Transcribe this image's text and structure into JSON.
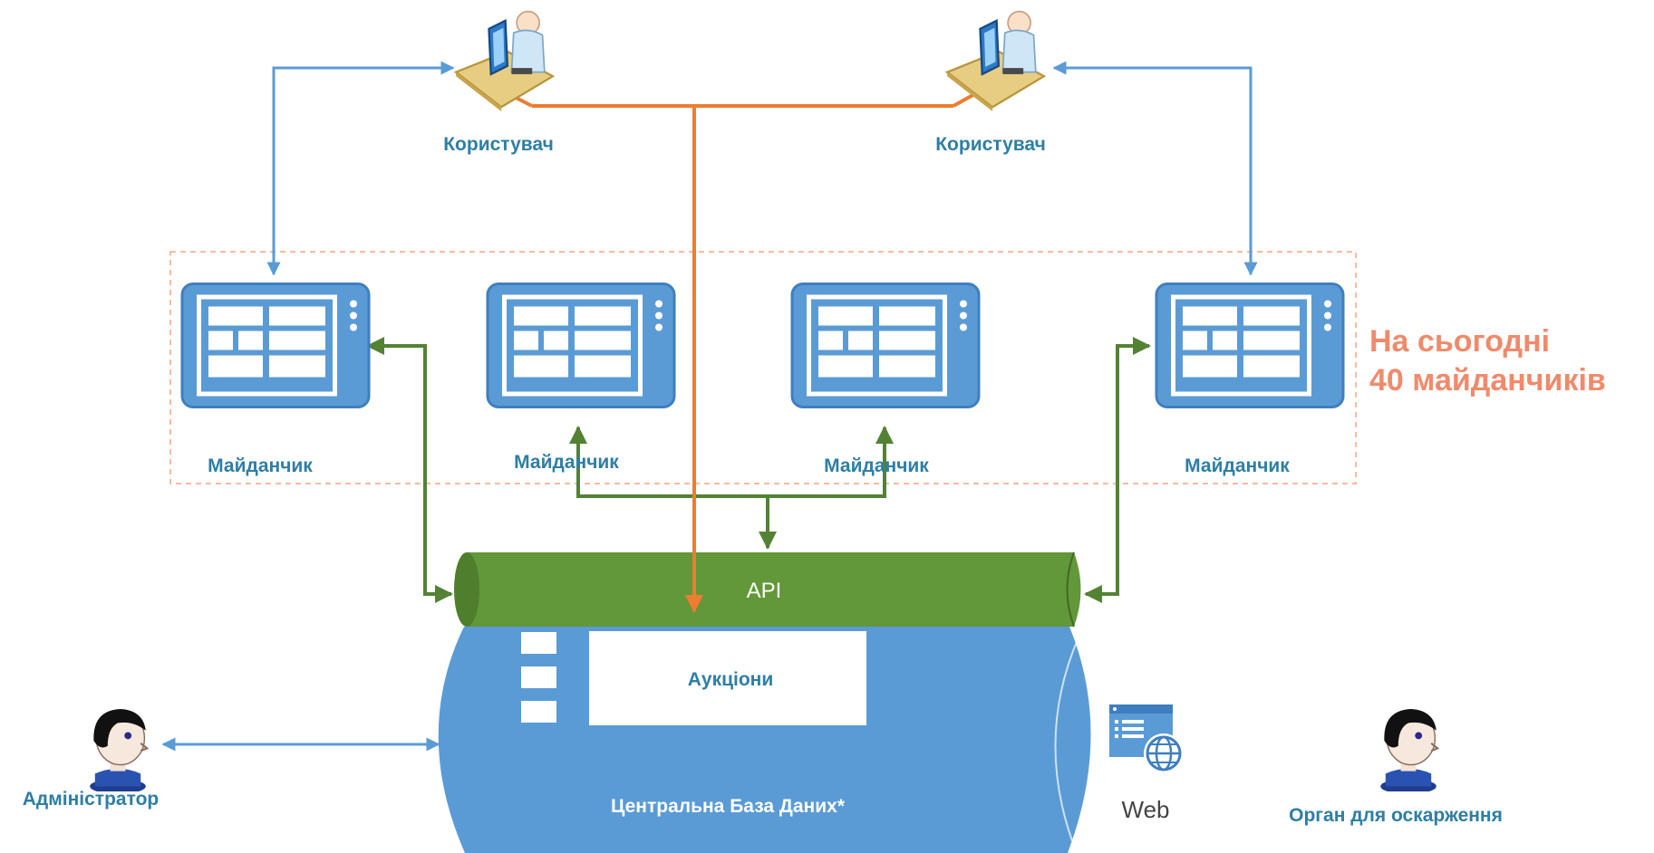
{
  "users": [
    {
      "label": "Користувач"
    },
    {
      "label": "Користувач"
    }
  ],
  "platforms": [
    {
      "label": "Майданчик"
    },
    {
      "label": "Майданчик"
    },
    {
      "label": "Майданчик"
    },
    {
      "label": "Майданчик"
    }
  ],
  "platform_count": {
    "line1": "На сьогодні",
    "line2": "40 майданчиків"
  },
  "api": {
    "label": "API"
  },
  "database": {
    "label": "Центральна База Даних*",
    "module_label": "Аукціони"
  },
  "web": {
    "label": "Web"
  },
  "admin": {
    "label": "Адміністратор"
  },
  "appeal": {
    "label": "Орган для оскарження"
  },
  "colors": {
    "label_text": "#2e7ea6",
    "highlight_text": "#f08a6b",
    "user_link": "#5b9bd5",
    "orange_link": "#ed7d31",
    "green_link": "#548235",
    "api_fill": "#62973a",
    "db_fill": "#5a9bd5",
    "platform_fill": "#5b9bd5",
    "group_border": "#f4a582"
  },
  "icons": {
    "user": "user-workstation-icon",
    "platform": "tablet-app-icon",
    "person": "person-head-icon",
    "web": "web-globe-icon"
  }
}
